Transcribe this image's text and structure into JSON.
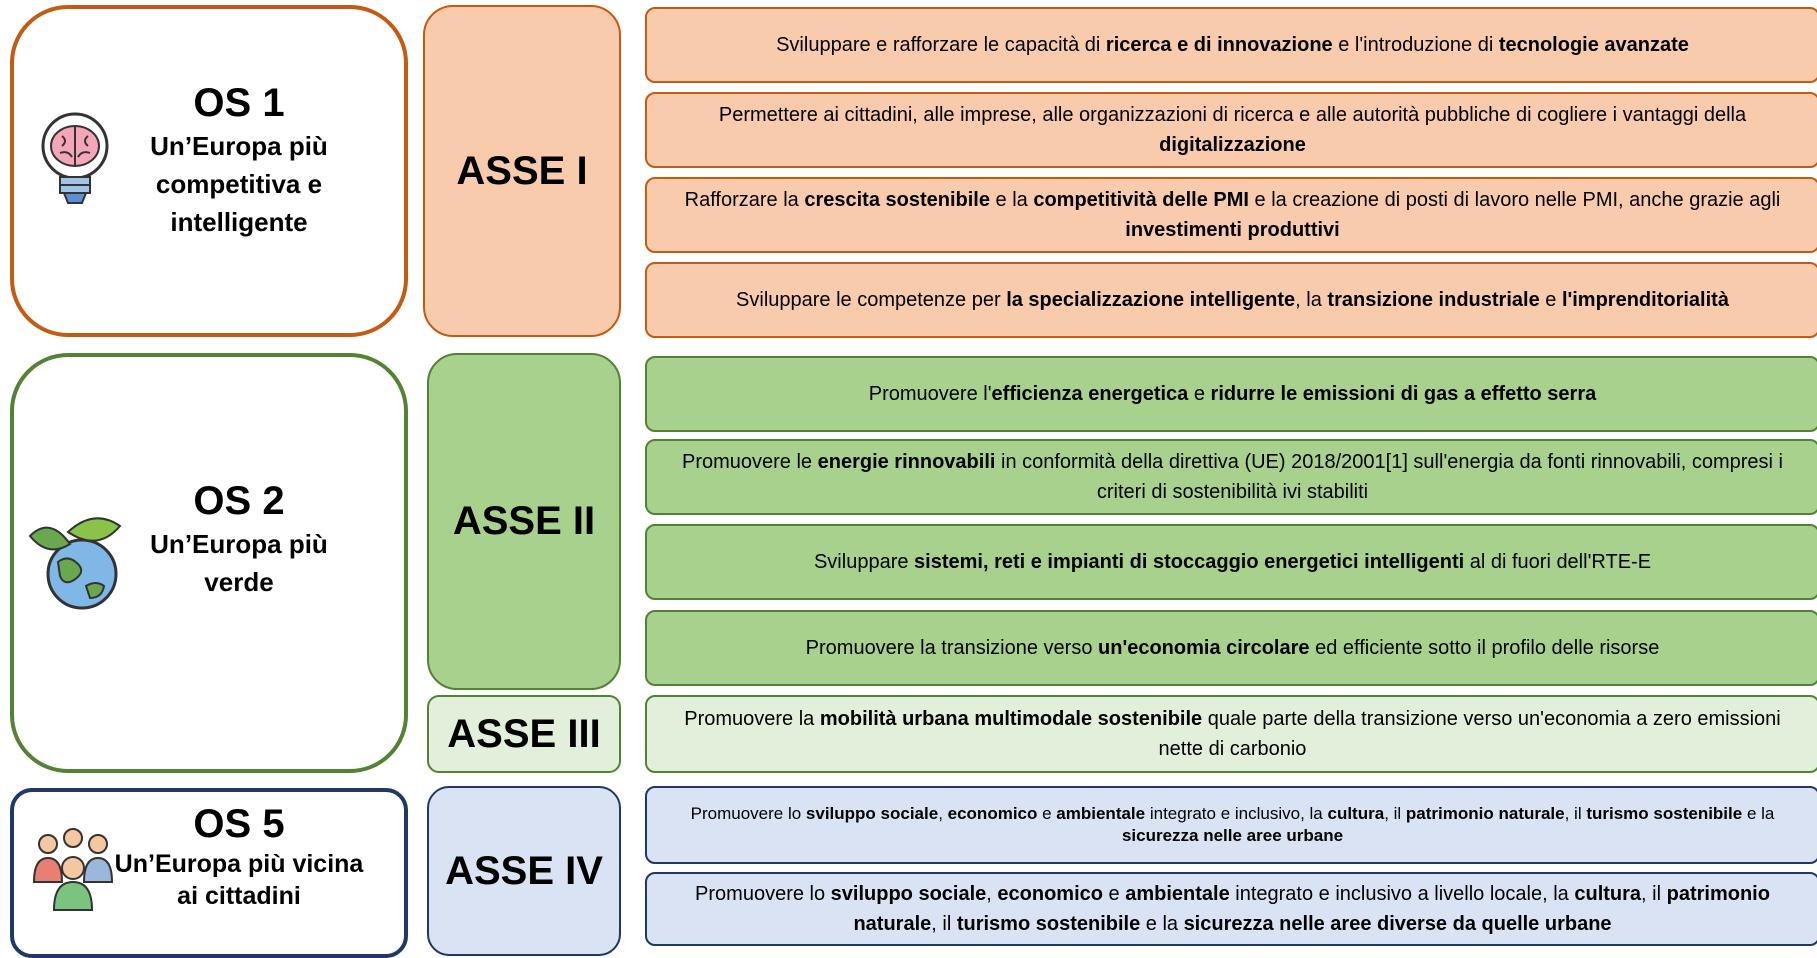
{
  "objectives": [
    {
      "num": "OS 1",
      "title": "Un’Europa più competitiva e intelligente",
      "icon": "lightbulb-brain-icon",
      "color": "#c55a11"
    },
    {
      "num": "OS 2",
      "title": "Un’Europa più verde",
      "icon": "globe-leaves-icon",
      "color": "#548235"
    },
    {
      "num": "OS 5",
      "title": "Un’Europa più vicina ai cittadini",
      "icon": "people-group-icon",
      "color": "#1f3864"
    }
  ],
  "axes": [
    "ASSE I",
    "ASSE II",
    "ASSE III",
    "ASSE IV"
  ],
  "items": [
    {
      "parts": [
        [
          "Sviluppare e rafforzare le capacità di ",
          false
        ],
        [
          "ricerca e di innovazione",
          true
        ],
        [
          " e l'introduzione di ",
          false
        ],
        [
          "tecnologie avanzate",
          true
        ]
      ]
    },
    {
      "parts": [
        [
          "Permettere ai cittadini, alle imprese, alle organizzazioni di ricerca e alle autorità pubbliche di cogliere i vantaggi della ",
          false
        ],
        [
          "digitalizzazione",
          true
        ]
      ]
    },
    {
      "parts": [
        [
          "Rafforzare la ",
          false
        ],
        [
          "crescita sostenibile",
          true
        ],
        [
          " e la ",
          false
        ],
        [
          "competitività delle PMI",
          true
        ],
        [
          " e la creazione di posti di lavoro nelle PMI, anche grazie agli ",
          false
        ],
        [
          "investimenti produttivi",
          true
        ]
      ]
    },
    {
      "parts": [
        [
          "Sviluppare le competenze per ",
          false
        ],
        [
          "la specializzazione intelligente",
          true
        ],
        [
          ", la ",
          false
        ],
        [
          "transizione industriale",
          true
        ],
        [
          " e ",
          false
        ],
        [
          "l'imprenditorialità",
          true
        ]
      ]
    },
    {
      "parts": [
        [
          "Promuovere l'",
          false
        ],
        [
          "efficienza energetica",
          true
        ],
        [
          " e ",
          false
        ],
        [
          "ridurre le emissioni di gas a effetto serra",
          true
        ]
      ]
    },
    {
      "parts": [
        [
          "Promuovere le ",
          false
        ],
        [
          "energie rinnovabili",
          true
        ],
        [
          " in conformità della direttiva (UE) 2018/2001[1] sull'energia da fonti rinnovabili, compresi i criteri di sostenibilità ivi stabiliti",
          false
        ]
      ]
    },
    {
      "parts": [
        [
          "Sviluppare ",
          false
        ],
        [
          "sistemi, reti e impianti di stoccaggio energetici intelligenti",
          true
        ],
        [
          " al di fuori dell'RTE-E",
          false
        ]
      ]
    },
    {
      "parts": [
        [
          "Promuovere la transizione verso ",
          false
        ],
        [
          "un'economia circolare",
          true
        ],
        [
          " ed efficiente sotto il profilo delle risorse",
          false
        ]
      ]
    },
    {
      "parts": [
        [
          "Promuovere la ",
          false
        ],
        [
          "mobilità urbana multimodale sostenibile",
          true
        ],
        [
          " quale parte della transizione verso un'economia a zero emissioni nette di carbonio",
          false
        ]
      ]
    },
    {
      "parts": [
        [
          "Promuovere lo ",
          false
        ],
        [
          "sviluppo sociale",
          true
        ],
        [
          ", ",
          false
        ],
        [
          "economico",
          true
        ],
        [
          " e ",
          false
        ],
        [
          "ambientale",
          true
        ],
        [
          " integrato e inclusivo, la ",
          false
        ],
        [
          "cultura",
          true
        ],
        [
          ", il ",
          false
        ],
        [
          "patrimonio naturale",
          true
        ],
        [
          ", il ",
          false
        ],
        [
          "turismo sostenibile",
          true
        ],
        [
          " e la ",
          false
        ],
        [
          "sicurezza nelle aree urbane",
          true
        ]
      ]
    },
    {
      "parts": [
        [
          "Promuovere lo ",
          false
        ],
        [
          "sviluppo sociale",
          true
        ],
        [
          ", ",
          false
        ],
        [
          "economico",
          true
        ],
        [
          " e ",
          false
        ],
        [
          "ambientale",
          true
        ],
        [
          " integrato e inclusivo a livello locale, la ",
          false
        ],
        [
          "cultura",
          true
        ],
        [
          ", il ",
          false
        ],
        [
          "patrimonio naturale",
          true
        ],
        [
          ", il ",
          false
        ],
        [
          "turismo sostenibile",
          true
        ],
        [
          " e la ",
          false
        ],
        [
          "sicurezza nelle aree diverse da quelle urbane",
          true
        ]
      ]
    }
  ]
}
